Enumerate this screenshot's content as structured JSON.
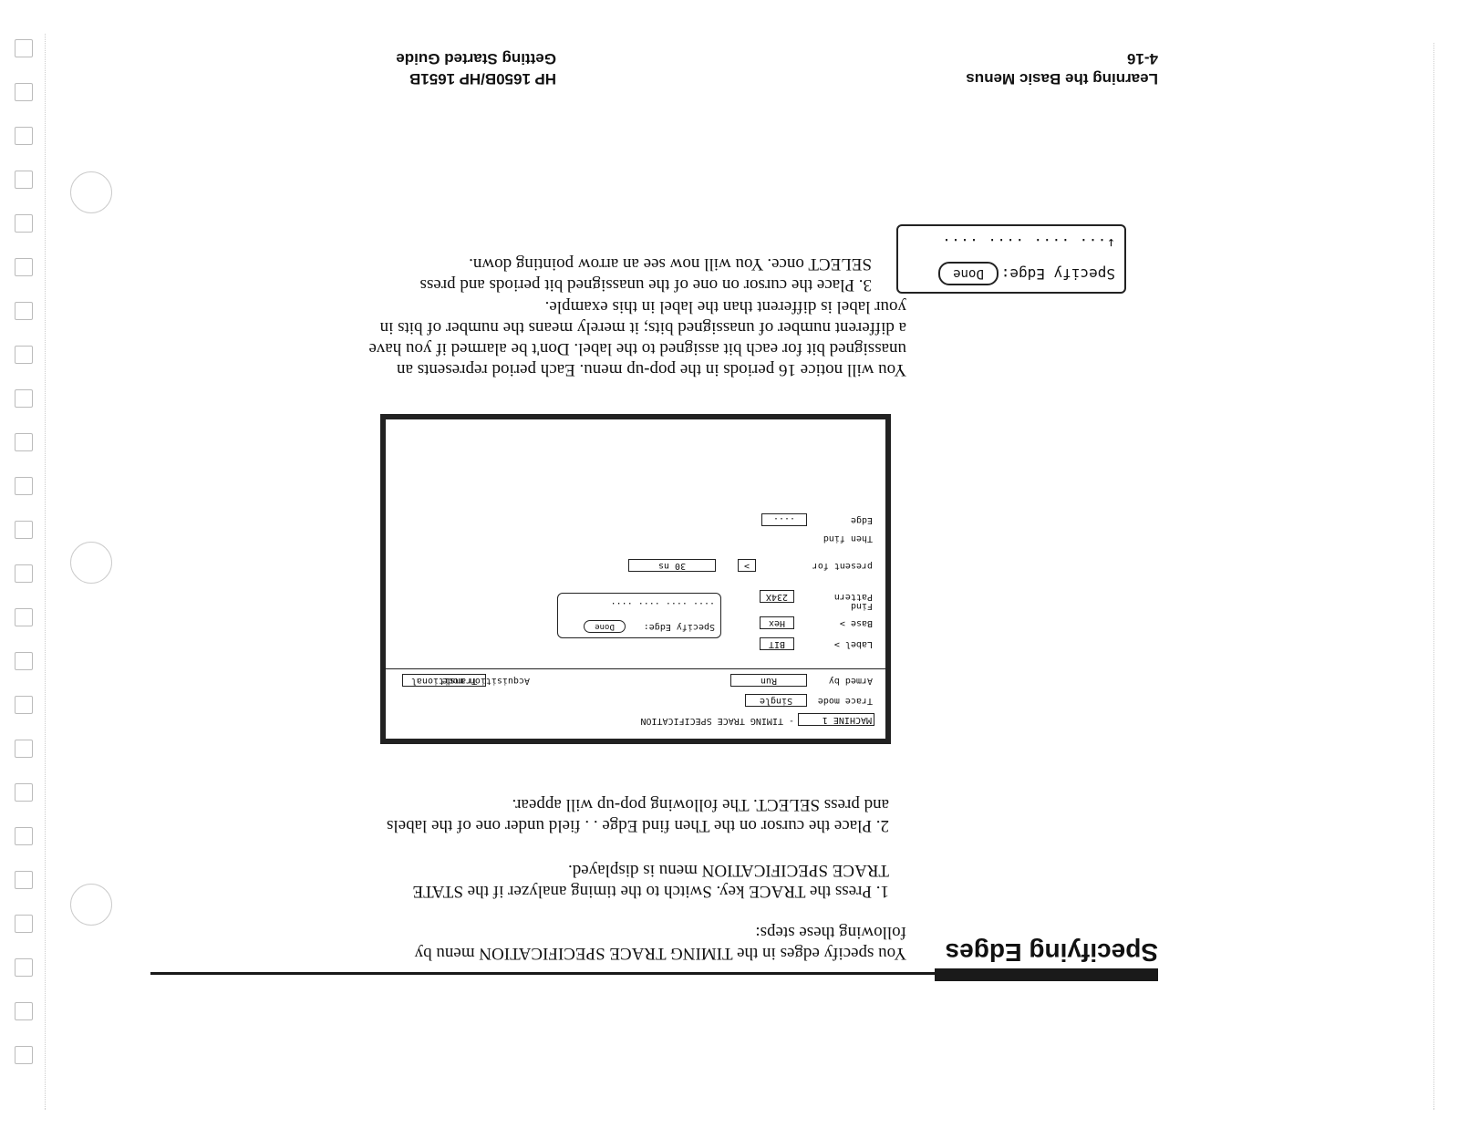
{
  "header": {
    "left_line1": "Learning the Basic Menus",
    "left_line2": "4-16",
    "right_line1": "HP 1650B/HP 1651B",
    "right_line2": "Getting Started Guide"
  },
  "section_title": "Specifying Edges",
  "intro": "You specify edges in the TIMING TRACE SPECIFICATION menu by following these steps:",
  "steps": [
    "1. Press the TRACE key. Switch to the timing analyzer if the STATE TRACE SPECIFICATION menu is displayed.",
    "2. Place the cursor on the Then find Edge . . field under one of the labels and press SELECT. The following pop-up will appear.",
    "3. Place the cursor on one of the unassigned bit periods and press SELECT once. You will now see an arrow pointing down."
  ],
  "note": "You will notice 16 periods in the pop-up menu. Each period represents an unassigned bit for each bit assigned to the label. Don't be alarmed if you have a different number of unassigned bits; it merely means the number of bits in your label is different than the label in this example.",
  "popup": {
    "label": "Specify Edge:",
    "button": "Done",
    "bits": "↓... .... .... ...."
  },
  "screen": {
    "machine": "MACHINE 1",
    "title": "- TIMING TRACE SPECIFICATION",
    "trace_mode_label": "Trace mode",
    "trace_mode_value": "Single",
    "armed_by_label": "Armed by",
    "armed_by_value": "Run",
    "acq_mode_label": "Acquisition mode",
    "acq_mode_value": "Transitional",
    "label_label": "Label >",
    "label_value": "BIT",
    "base_label": "Base >",
    "base_value": "Hex",
    "find_label": "Find",
    "pattern_label": "Pattern",
    "pattern_value": "234X",
    "present_for_label": "present for",
    "present_for_op": ">",
    "present_for_value": "30 ns",
    "then_find_label": "Then find",
    "edge_label": "Edge",
    "edge_value": "....",
    "popup_label": "Specify Edge:",
    "popup_button": "Done",
    "popup_bits": ".... .... .... ...."
  }
}
